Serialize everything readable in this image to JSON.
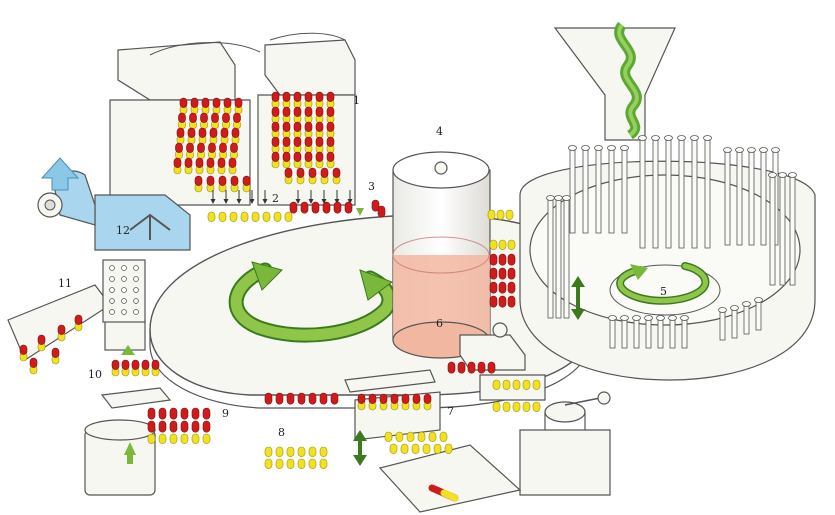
{
  "diagram": {
    "labels": [
      "1",
      "2",
      "3",
      "4",
      "5",
      "6",
      "7",
      "8",
      "9",
      "10",
      "11",
      "12"
    ]
  },
  "colors": {
    "line": "#555555",
    "machine_fill": "#f7f7f2",
    "capsule_red": "#cf1b1b",
    "capsule_yellow": "#f0e21e",
    "arrow_green": "#79b83a",
    "arrow_dark_green": "#3c7a1e",
    "hopper_blue": "#a9d6ee",
    "drum_pink": "#f2b7a1",
    "screw_green": "#5da832"
  },
  "icons": {
    "rotation_main": "circular-arrow-icon",
    "rotation_small": "circular-arrow-icon",
    "air_out": "up-arrow-icon",
    "lift": "double-arrow-icon"
  }
}
